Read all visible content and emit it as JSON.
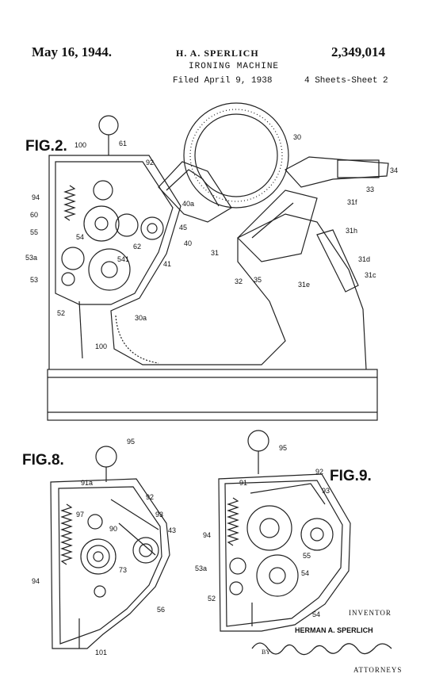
{
  "header": {
    "date": "May 16, 1944.",
    "inventor": "H. A. SPERLICH",
    "patent_number": "2,349,014",
    "title": "IRONING MACHINE",
    "filed": "Filed April 9, 1938",
    "sheets": "4 Sheets-Sheet 2"
  },
  "figures": {
    "fig2": "FIG.2.",
    "fig8": "FIG.8.",
    "fig9": "FIG.9."
  },
  "fig2_labels": [
    "100",
    "61",
    "92",
    "30",
    "34",
    "33",
    "94",
    "60",
    "55",
    "53a",
    "53",
    "52",
    "100",
    "54",
    "541",
    "62",
    "45",
    "40a",
    "40",
    "41",
    "31",
    "32",
    "35",
    "31f",
    "31h",
    "31d",
    "31c",
    "31e",
    "30a"
  ],
  "fig8_labels": [
    "95",
    "91a",
    "92",
    "93",
    "43",
    "97",
    "90",
    "94",
    "73",
    "56",
    "101"
  ],
  "fig9_labels": [
    "95",
    "92",
    "91",
    "93",
    "94",
    "53a",
    "52",
    "55",
    "54",
    "54"
  ],
  "footer": {
    "inventor_label": "INVENTOR",
    "inventor_name": "HERMAN A. SPERLICH",
    "by": "BY",
    "attorneys": "ATTORNEYS"
  }
}
